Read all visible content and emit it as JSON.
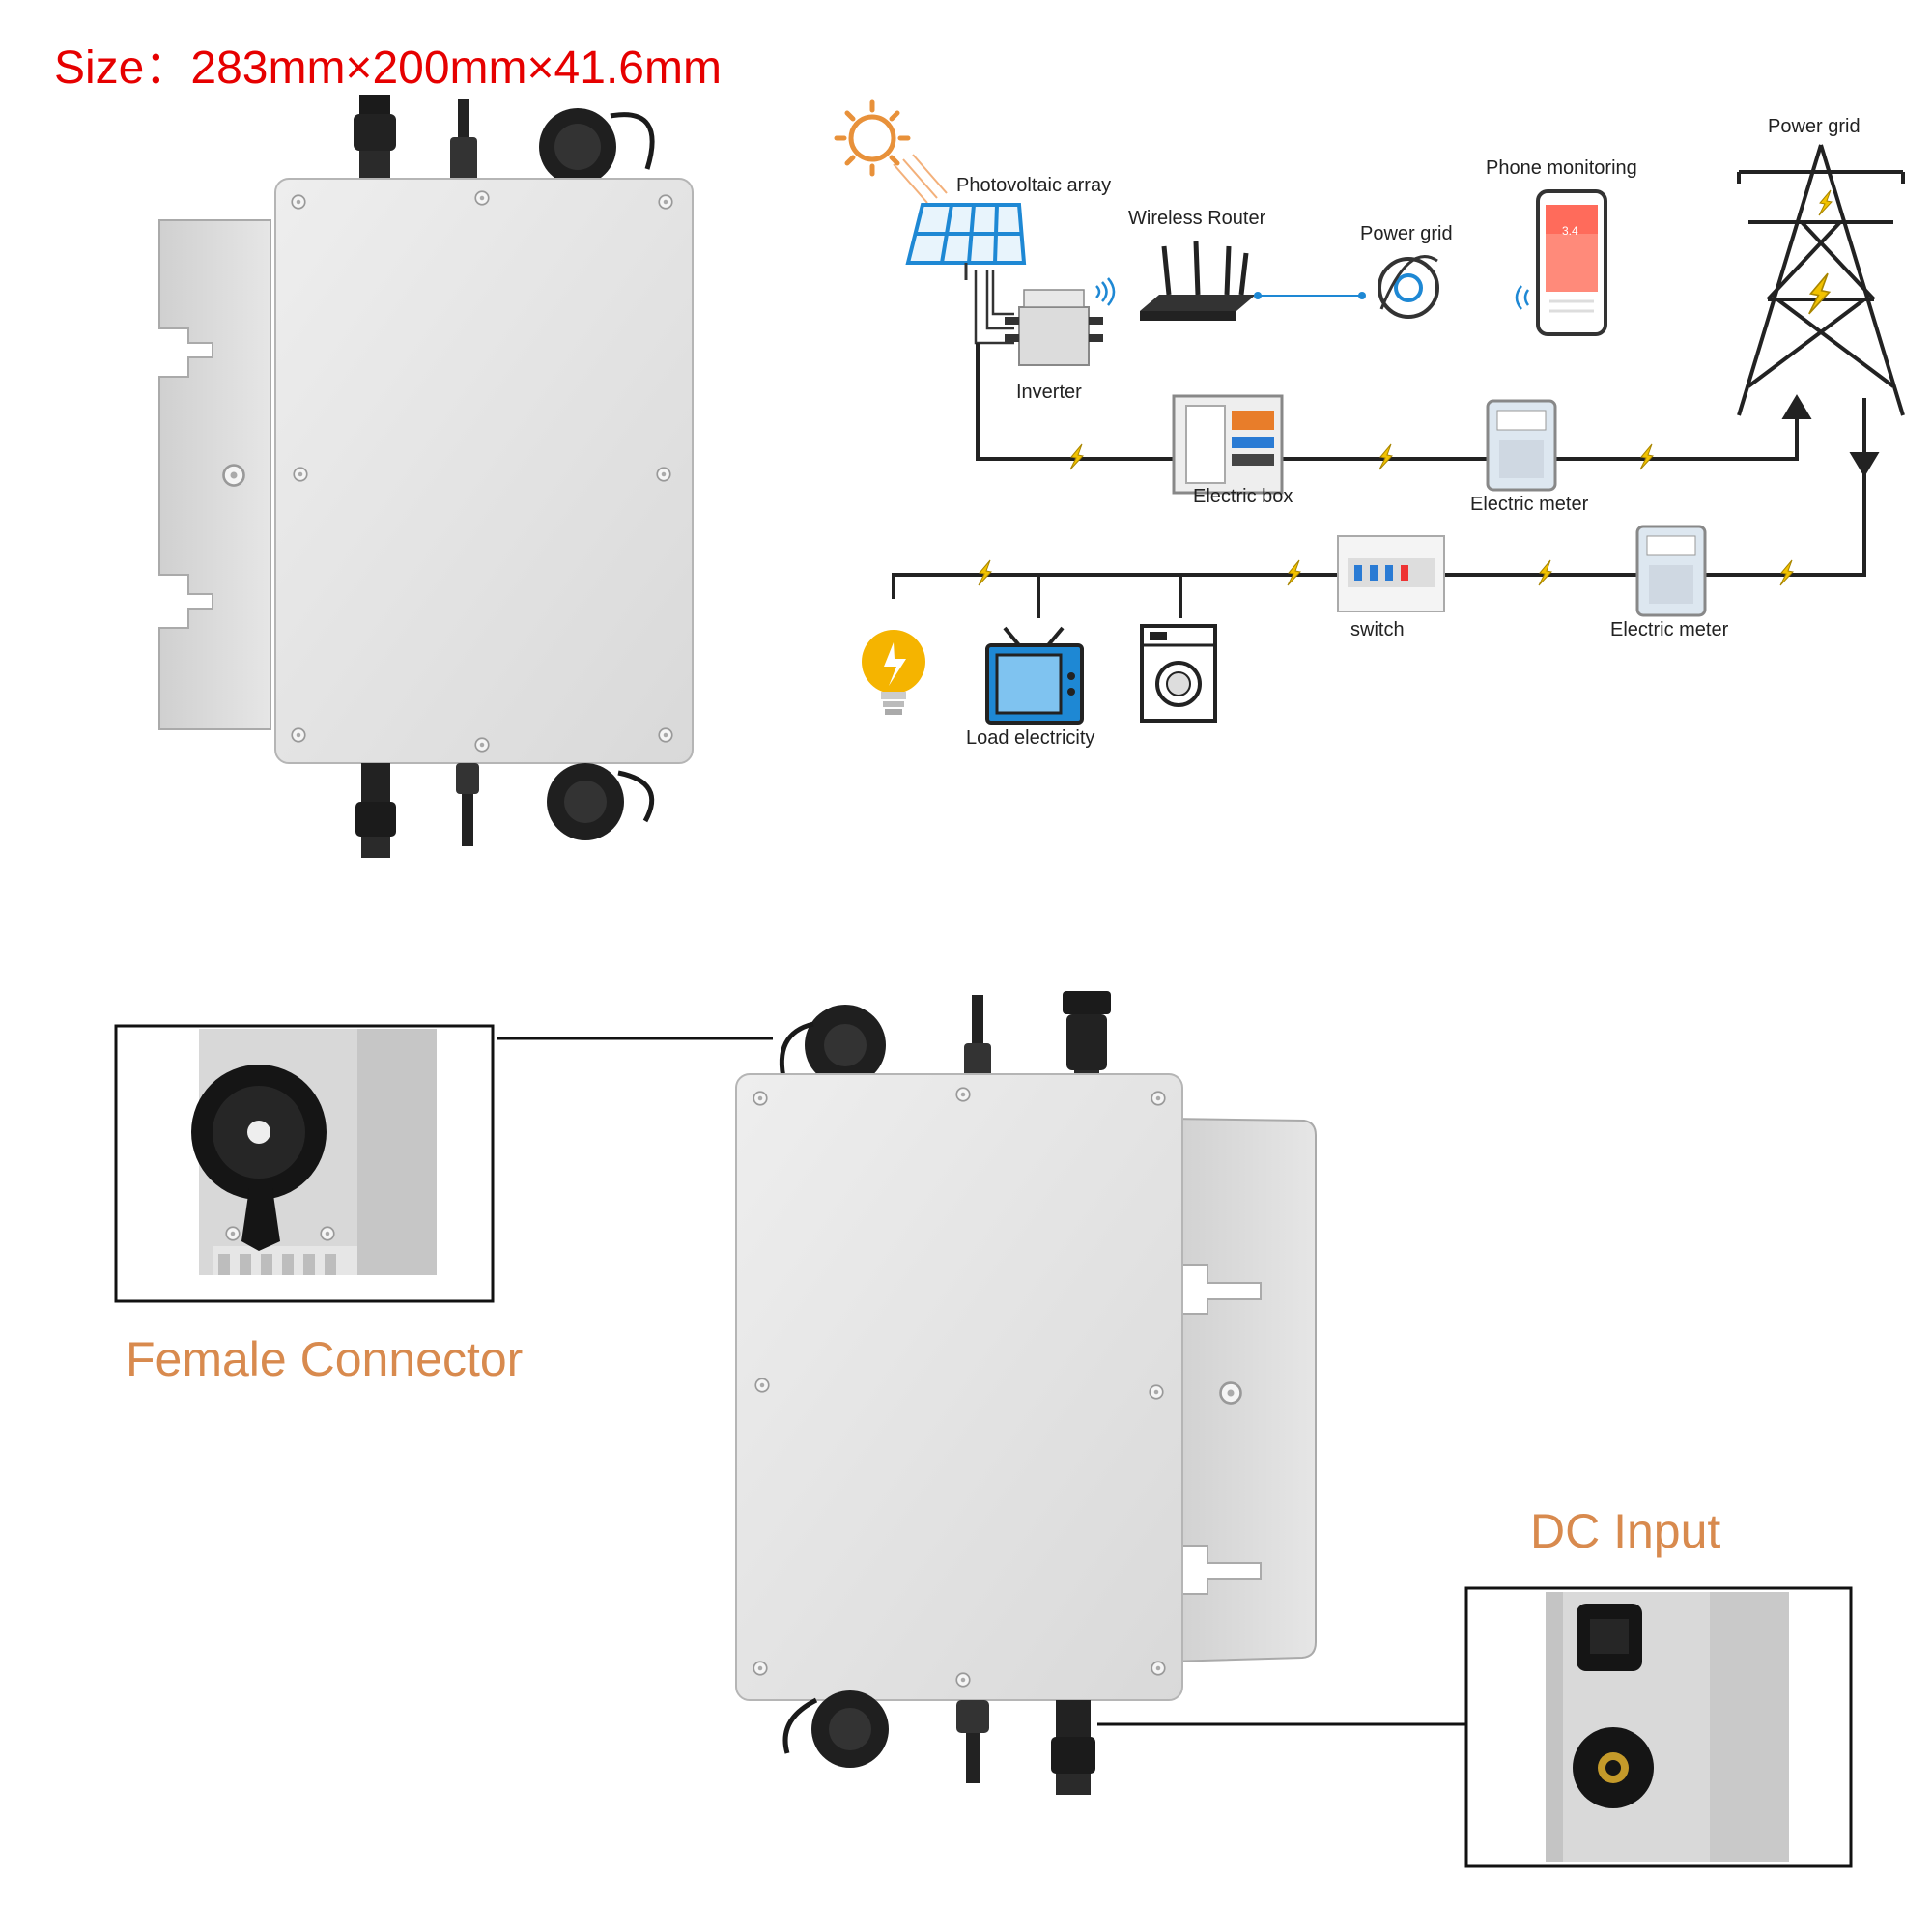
{
  "size_label": "Size：283mm×200mm×41.6mm",
  "diagram": {
    "pv_array": "Photovoltaic array",
    "router": "Wireless Router",
    "grid_icon": "Power grid",
    "phone": "Phone monitoring",
    "phone_value": "3.4",
    "tower": "Power grid",
    "inverter": "Inverter",
    "electric_box": "Electric box",
    "meter_top": "Electric meter",
    "switch": "switch",
    "meter_bottom": "Electric meter",
    "load": "Load electricity"
  },
  "callouts": {
    "female": "Female Connector",
    "dc": "DC Input"
  },
  "colors": {
    "size": "#e60000",
    "callout": "#d88a4e",
    "accent_blue": "#1e88d4",
    "bolt": "#f2c200",
    "sun": "#e8913a",
    "phone_screen": "#ff6b5b"
  }
}
